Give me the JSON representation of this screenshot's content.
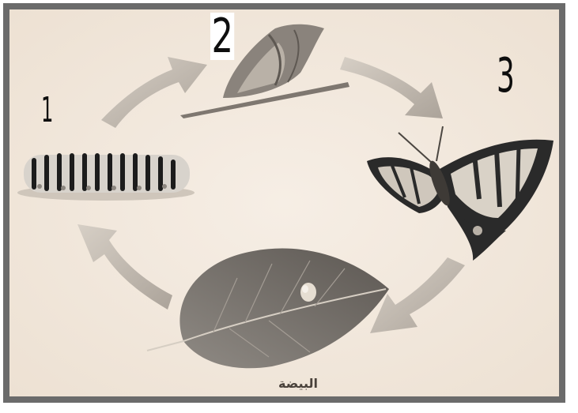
{
  "stages": {
    "stage1_number": "1",
    "stage2_number": "2",
    "stage3_number": "3",
    "egg_label": "البيضة"
  },
  "colors": {
    "frame": "#6e6e6e",
    "background": "#f3e9dd",
    "arrow": "#bdb6ad",
    "ink": "#101010"
  },
  "icons": {
    "caterpillar": "caterpillar-icon",
    "chrysalis": "chrysalis-icon",
    "butterfly": "butterfly-icon",
    "leaf_with_egg": "leaf-egg-icon",
    "arrows": "cycle-arrow-icon"
  }
}
